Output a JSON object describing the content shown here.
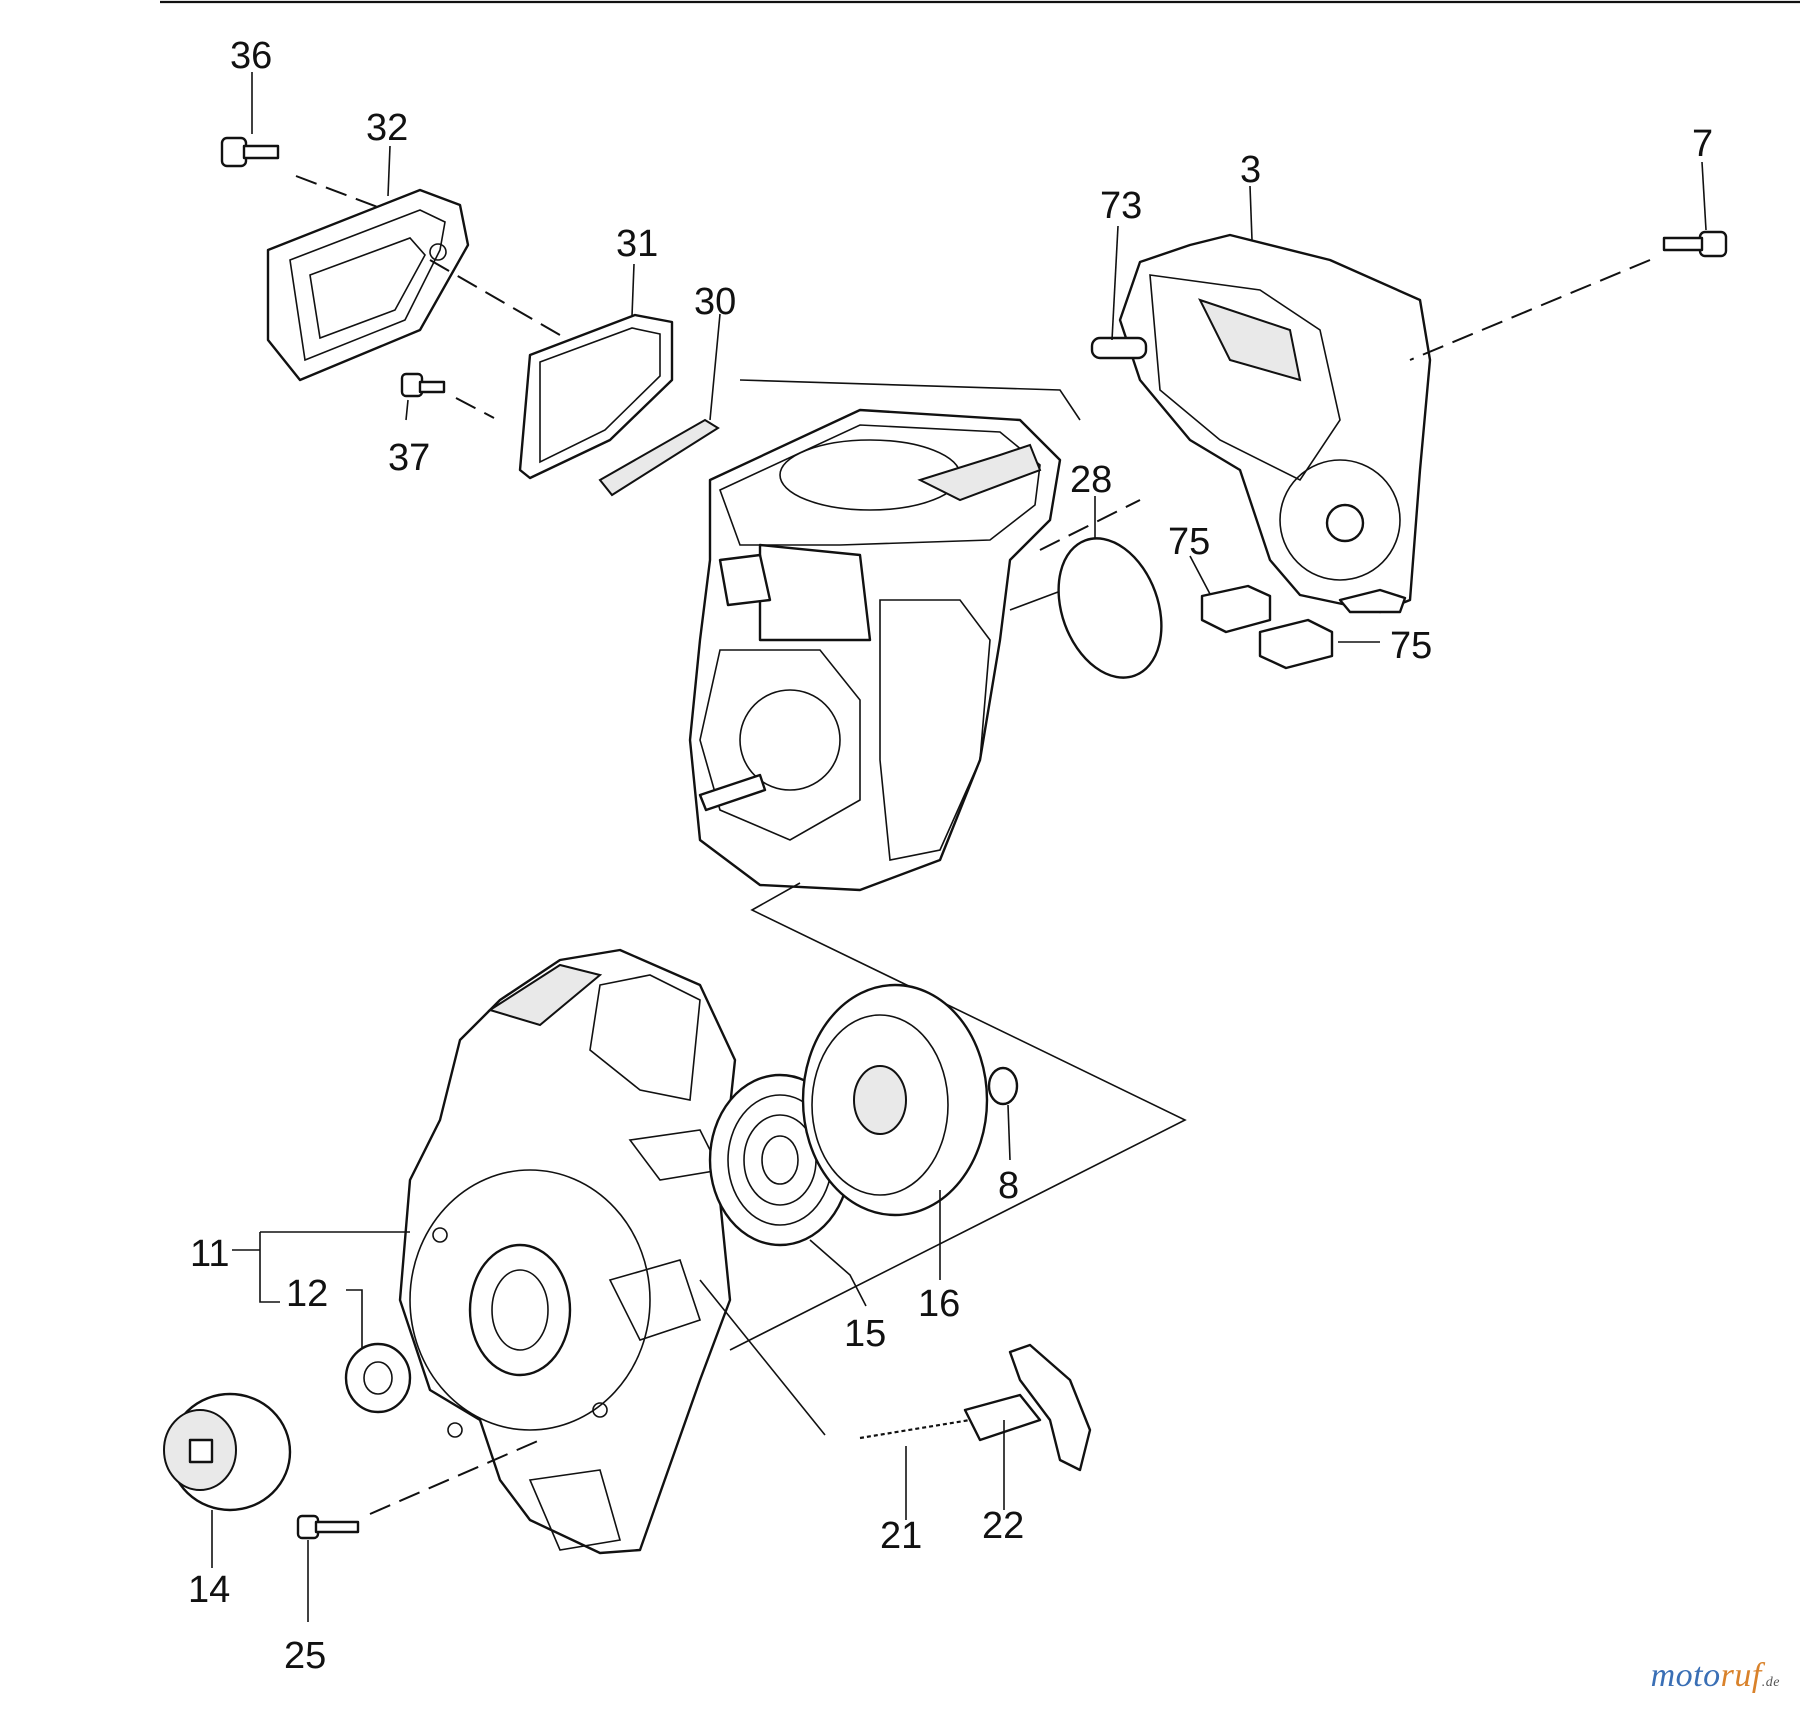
{
  "labels": {
    "p36": "36",
    "p32": "32",
    "p31": "31",
    "p30": "30",
    "p37": "37",
    "p73": "73",
    "p3": "3",
    "p7": "7",
    "p28": "28",
    "p75a": "75",
    "p75b": "75",
    "p11": "11",
    "p12": "12",
    "p14": "14",
    "p25": "25",
    "p15": "15",
    "p16": "16",
    "p8": "8",
    "p21": "21",
    "p22": "22"
  },
  "watermark": {
    "part1": "moto",
    "part2": "ruf",
    "tld": ".de"
  }
}
